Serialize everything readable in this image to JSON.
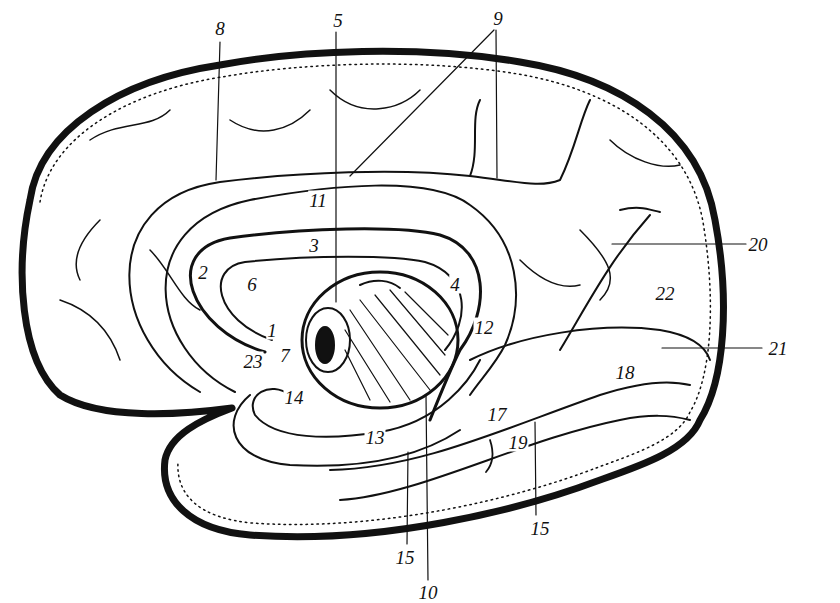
{
  "diagram": {
    "labels": [
      "8",
      "5",
      "9",
      "11",
      "20",
      "3",
      "2",
      "6",
      "4",
      "22",
      "12",
      "21",
      "1",
      "23",
      "7",
      "18",
      "14",
      "17",
      "13",
      "19",
      "15",
      "10",
      "15"
    ]
  }
}
